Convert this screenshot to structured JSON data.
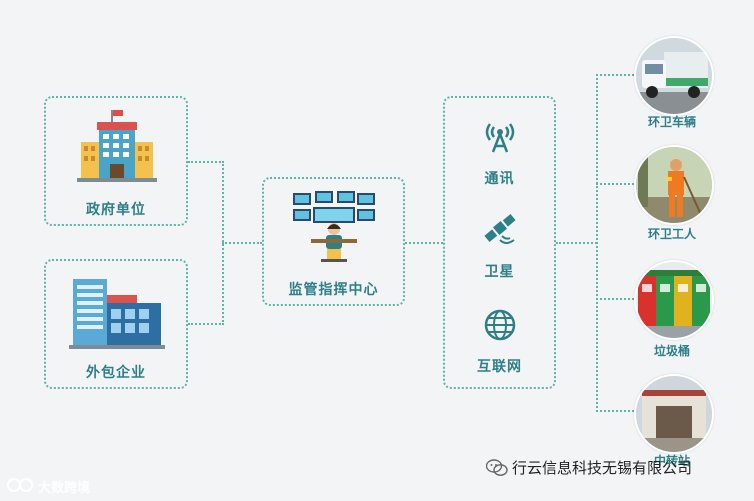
{
  "diagram": {
    "nodes": [
      {
        "id": "gov",
        "label": "政府单位",
        "icon": "government-building-icon"
      },
      {
        "id": "outsource",
        "label": "外包企业",
        "icon": "office-building-icon"
      },
      {
        "id": "center",
        "label": "监管指挥中心",
        "icon": "operator-monitors-icon"
      },
      {
        "id": "comm",
        "label": "通讯",
        "icon": "signal-tower-icon"
      },
      {
        "id": "sat",
        "label": "卫星",
        "icon": "satellite-icon"
      },
      {
        "id": "net",
        "label": "互联网",
        "icon": "globe-icon"
      }
    ],
    "targets": [
      {
        "label": "环卫车辆",
        "icon": "garbage-truck-photo"
      },
      {
        "label": "环卫工人",
        "icon": "sanitation-worker-photo"
      },
      {
        "label": "垃圾桶",
        "icon": "trash-bins-photo"
      },
      {
        "label": "中转站",
        "icon": "transfer-station-photo"
      }
    ]
  },
  "footer": {
    "company": "行云信息科技无锡有限公司",
    "watermark": "大数跨境"
  },
  "colors": {
    "accent": "#2e7f88",
    "line": "#5fb3a8",
    "background": "#f3f4f6"
  }
}
